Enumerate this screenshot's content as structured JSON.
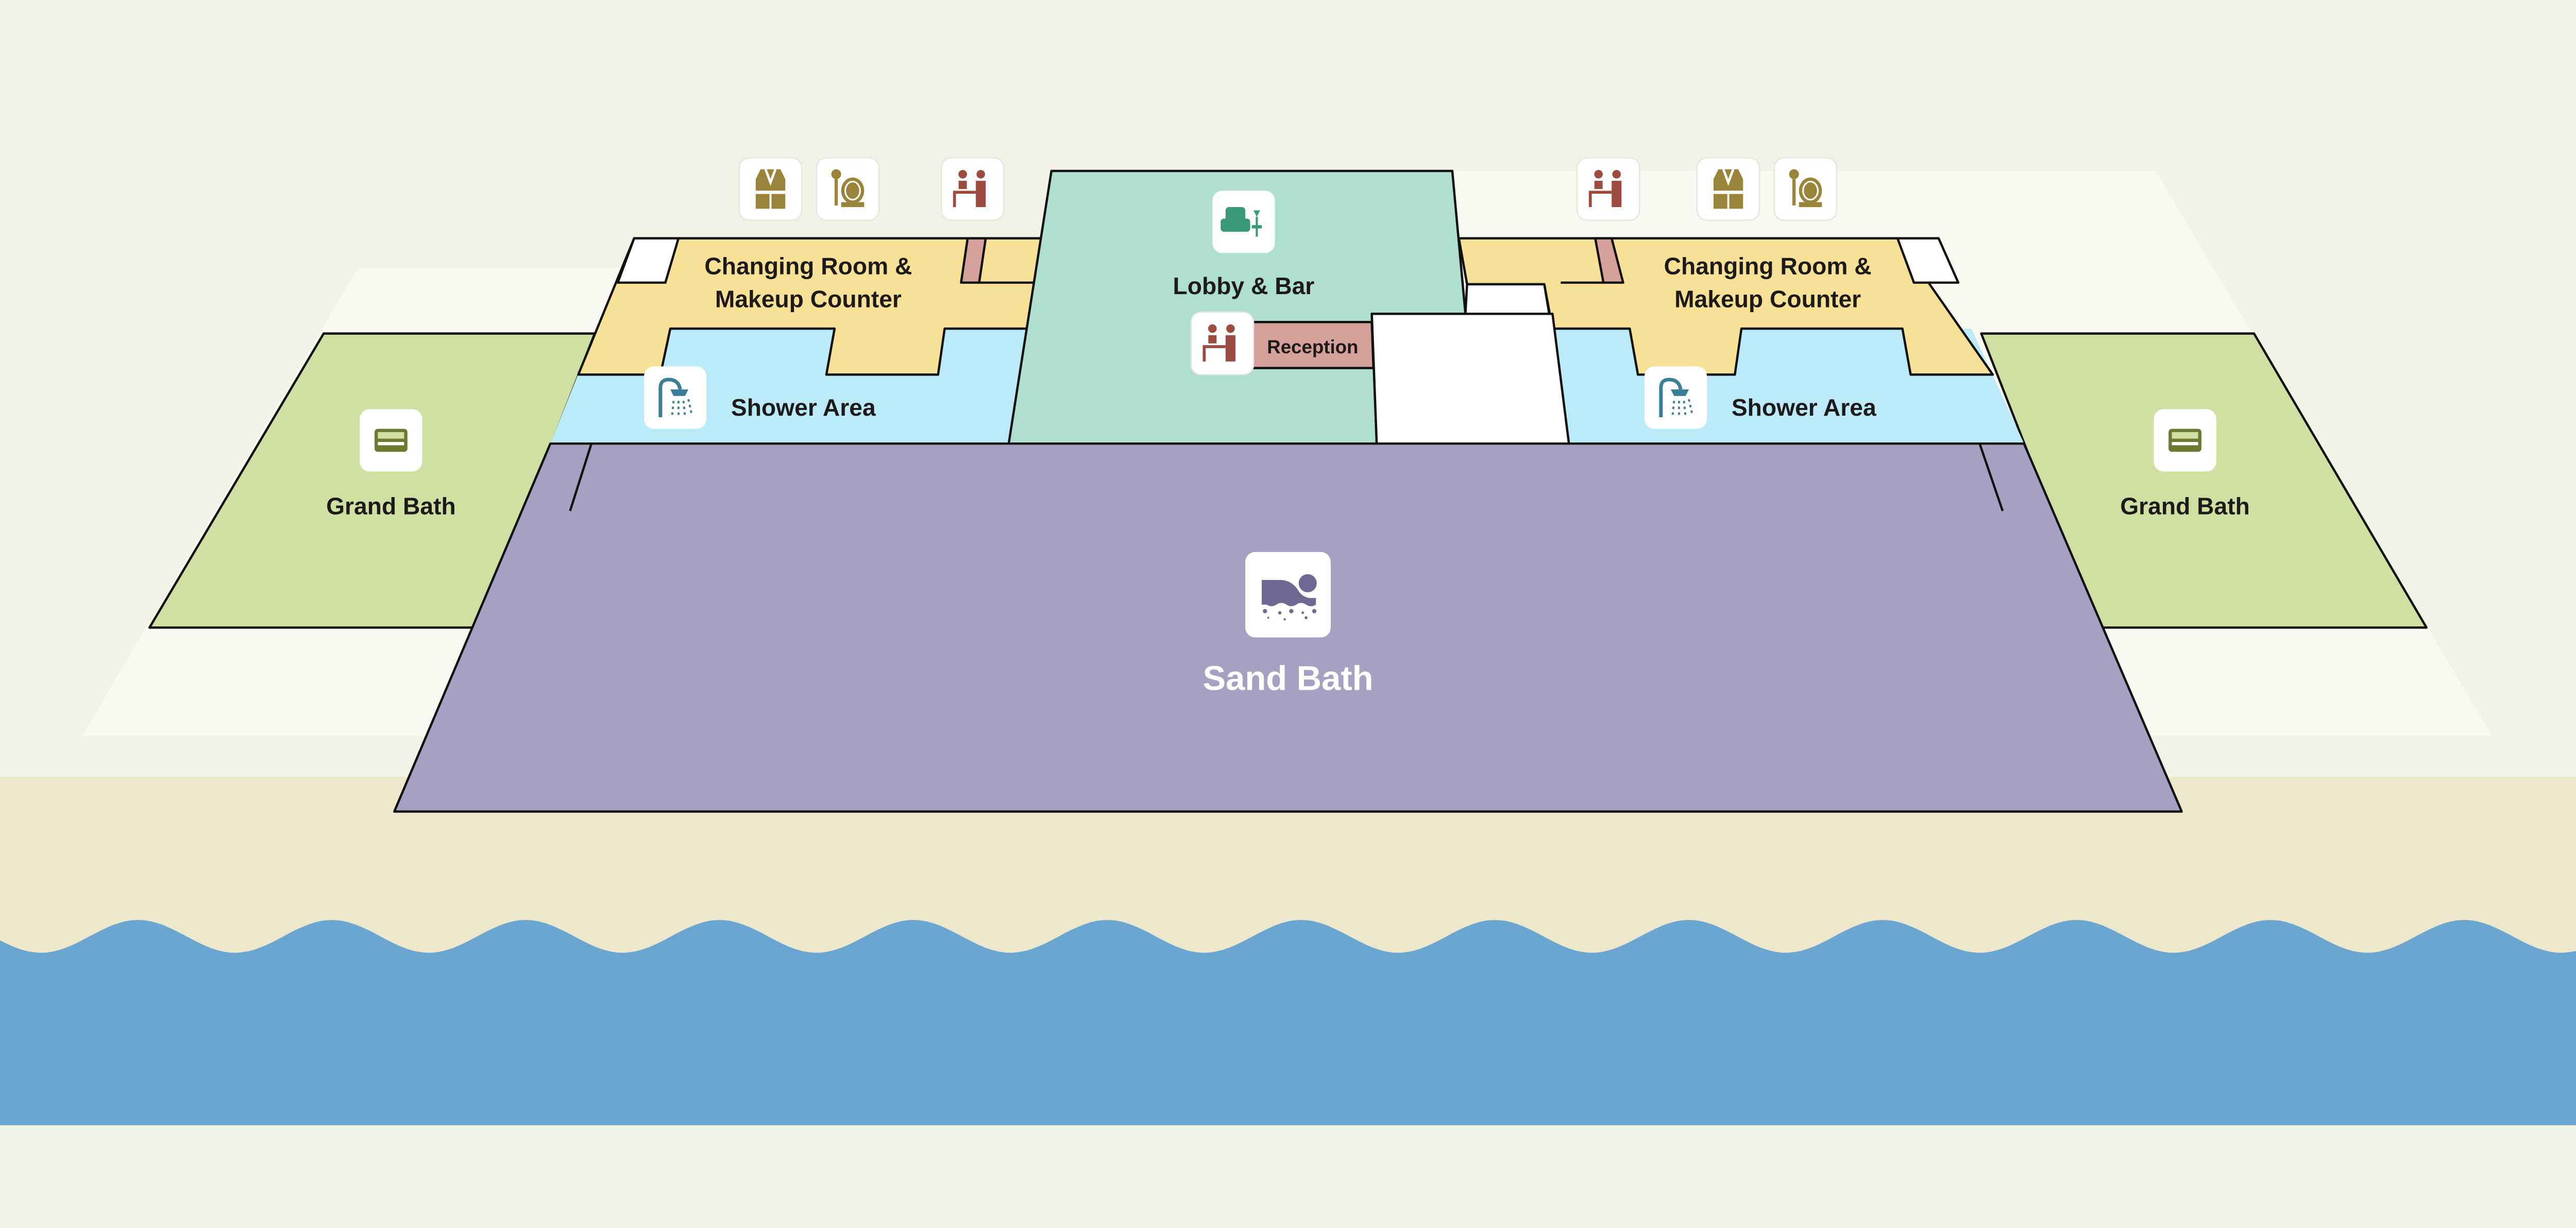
{
  "map": {
    "rooms": {
      "changing_left": "Changing Room &",
      "changing_left_2": "Makeup Counter",
      "changing_right": "Changing Room &",
      "changing_right_2": "Makeup Counter",
      "lobby": "Lobby & Bar",
      "reception": "Reception",
      "shower_left": "Shower Area",
      "shower_right": "Shower Area",
      "grand_bath_left": "Grand Bath",
      "grand_bath_right": "Grand Bath",
      "sand_bath": "Sand Bath"
    },
    "icons": [
      "robe-icon",
      "makeup-mirror-icon",
      "reception-desk-icon",
      "sofa-bar-icon",
      "shower-icon",
      "bathtub-icon",
      "sand-bath-icon"
    ],
    "colors": {
      "background": "#f2f2e6",
      "platform": "#f9f9f2",
      "beach": "#ede7cb",
      "sea": "#6aa6d0",
      "grand_bath": "#cfe0a2",
      "sand_bath": "#a6a1c2",
      "changing_room": "#f6e196",
      "shower": "#bbebf9",
      "lobby": "#afdfcf",
      "reception": "#d6a19a",
      "robe_icon": "#9a843a",
      "reception_icon": "#9d4a40",
      "lobby_icon": "#3a9a78",
      "shower_icon": "#3a7f95",
      "sand_icon": "#6f6893"
    }
  }
}
